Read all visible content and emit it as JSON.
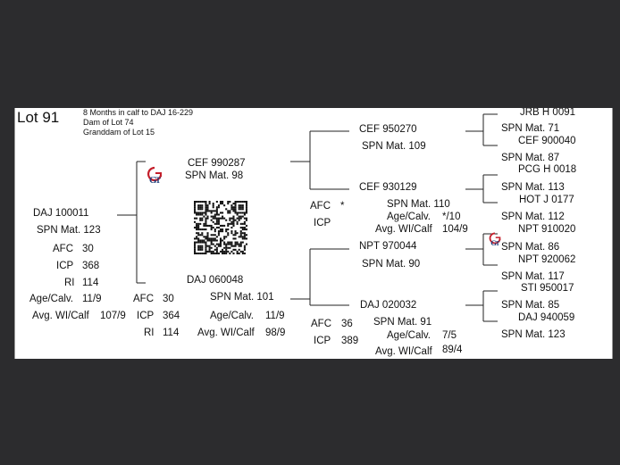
{
  "lot": {
    "title": "Lot 91",
    "note_1": "8 Months in calf to DAJ 16-229",
    "note_2": "Dam of Lot 74",
    "note_3": "Granddam of Lot 15"
  },
  "subject": {
    "id": "DAJ 100011",
    "spn_mat": "SPN Mat. 123",
    "afc_label": "AFC",
    "afc": "30",
    "icp_label": "ICP",
    "icp": "368",
    "ri_label": "RI",
    "ri": "114",
    "age_label": "Age/Calv.",
    "age": "11/9",
    "wi_label": "Avg. WI/Calf",
    "wi": "107/9"
  },
  "sire": {
    "id": "CEF 990287",
    "spn_mat": "SPN Mat. 98"
  },
  "dam": {
    "id": "DAJ 060048",
    "spn_mat": "SPN Mat. 101",
    "afc_label": "AFC",
    "afc": "30",
    "icp_label": "ICP",
    "icp": "364",
    "ri_label": "RI",
    "ri": "114",
    "age_label": "Age/Calv.",
    "age": "11/9",
    "wi_label": "Avg. WI/Calf",
    "wi": "98/9"
  },
  "gen3": {
    "ss": {
      "id": "CEF 950270",
      "spn_mat": "SPN Mat. 109"
    },
    "sd": {
      "id": "CEF 930129",
      "spn_mat": "SPN Mat. 110",
      "afc_label": "AFC",
      "afc": "*",
      "icp_label": "ICP",
      "age_label": "Age/Calv.",
      "age": "*/10",
      "wi_label": "Avg. WI/Calf",
      "wi": "104/9"
    },
    "ds": {
      "id": "NPT 970044",
      "spn_mat": "SPN Mat. 90"
    },
    "dd": {
      "id": "DAJ 020032",
      "spn_mat": "SPN Mat. 91",
      "afc_label": "AFC",
      "afc": "36",
      "icp_label": "ICP",
      "icp": "389",
      "age_label": "Age/Calv.",
      "age": "7/5",
      "wi_label": "Avg. WI/Calf",
      "wi": "89/4"
    }
  },
  "gen4": [
    "JRB H 0091",
    "SPN Mat. 71",
    "CEF 900040",
    "SPN Mat. 87",
    "PCG H 0018",
    "SPN Mat. 113",
    "HOT J 0177",
    "SPN Mat. 112",
    "NPT 910020",
    "SPN Mat. 86",
    "NPT 920062",
    "SPN Mat. 117",
    "STI 950017",
    "SPN Mat. 85",
    "DAJ 940059",
    "SPN Mat. 123"
  ]
}
